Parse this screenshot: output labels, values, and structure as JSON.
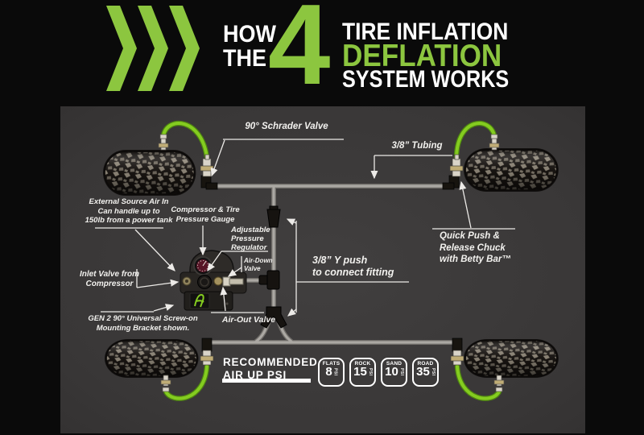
{
  "colors": {
    "background": "#0a0a0a",
    "panel_gray": "#3c3a3a",
    "accent_green": "#8cc63f",
    "tube_green": "#80c41e",
    "tubing_gray": "#aba8a3",
    "text_white": "#f2f1ee"
  },
  "header": {
    "chevrons_icon": "triple-right-chevrons",
    "how_the": "HOW\nTHE",
    "big_number": "4",
    "title_line1": "TIRE INFLATION",
    "title_line2": "DEFLATION",
    "title_line3": "SYSTEM WORKS"
  },
  "diagram_labels": {
    "schrader_valve": "90° Schrader Valve",
    "tubing": "3/8” Tubing",
    "quick_push": "Quick Push &\nRelease Chuck\nwith Betty Bar™",
    "external_source": "External Source Air In\nCan handle up to\n150lb from a power tank",
    "compressor_gauge": "Compressor & Tire\nPressure Gauge",
    "adjustable_regulator": "Adjustable\nPressure\nRegulator",
    "air_down_valve": "Air-Down\nValve",
    "inlet_valve": "Inlet Valve from\nCompressor",
    "gen2_bracket": "GEN 2 90° Universal Screw-on\nMounting Bracket shown.",
    "air_out_valve": "Air-Out Valve",
    "y_fitting": "3/8” Y push\nto connect fitting"
  },
  "psi": {
    "heading": "RECOMMENDED\nAIR UP PSI",
    "badges": [
      {
        "terrain": "FLATS",
        "value": "8",
        "unit": "PSI"
      },
      {
        "terrain": "ROCK",
        "value": "15",
        "unit": "PSI"
      },
      {
        "terrain": "SAND",
        "value": "10",
        "unit": "PSI"
      },
      {
        "terrain": "ROAD",
        "value": "35",
        "unit": "PSI"
      }
    ]
  }
}
